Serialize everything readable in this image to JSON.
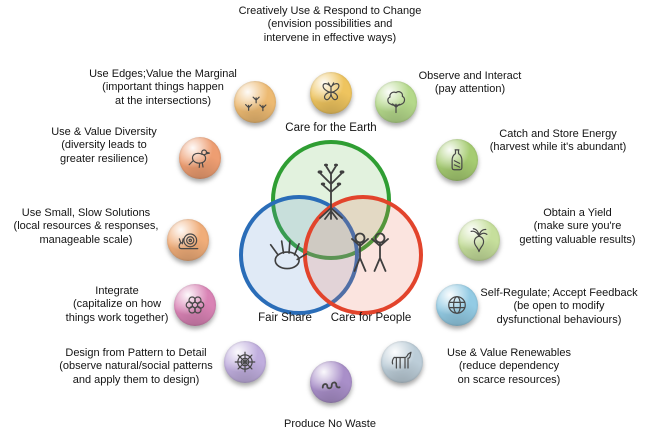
{
  "ethics": [
    {
      "label": "Care for the Earth",
      "stroke": "#2f9e33",
      "fill": "rgba(110,190,90,0.20)",
      "icon": "tree-sketch"
    },
    {
      "label": "Fair Share",
      "stroke": "#2a6db8",
      "fill": "rgba(100,150,210,0.20)",
      "icon": "hand-sketch"
    },
    {
      "label": "Care for People",
      "stroke": "#e2442c",
      "fill": "rgba(235,120,95,0.20)",
      "icon": "people-sketch"
    }
  ],
  "principles": [
    {
      "title": "Creatively Use & Respond to Change",
      "subtitle": "(envision possibilities and\nintervene in effective ways)",
      "icon": "butterfly-icon",
      "badge_color": "#eec45f"
    },
    {
      "title": "Observe and Interact",
      "subtitle": "(pay attention)",
      "icon": "tree-icon",
      "badge_color": "#b5d98b"
    },
    {
      "title": "Catch and Store Energy",
      "subtitle": "(harvest while it's abundant)",
      "icon": "bottle-icon",
      "badge_color": "#a6cc72"
    },
    {
      "title": "Obtain a Yield",
      "subtitle": "(make sure you're\ngetting valuable results)",
      "icon": "root-vegetable-icon",
      "badge_color": "#c6df9c"
    },
    {
      "title": "Self-Regulate; Accept Feedback",
      "subtitle": "(be open to modify\ndysfunctional behaviours)",
      "icon": "globe-icon",
      "badge_color": "#93cbe4"
    },
    {
      "title": "Use & Value Renewables",
      "subtitle": "(reduce dependency\non scarce resources)",
      "icon": "horse-icon",
      "badge_color": "#bccdd8"
    },
    {
      "title": "Produce No Waste",
      "subtitle": "",
      "icon": "worm-icon",
      "badge_color": "#a98fc9"
    },
    {
      "title": "Design from Pattern to Detail",
      "subtitle": "(observe natural/social patterns\nand apply them to design)",
      "icon": "spiderweb-icon",
      "badge_color": "#c0aede"
    },
    {
      "title": "Integrate",
      "subtitle": "(capitalize on how\nthings work together)",
      "icon": "flower-icon",
      "badge_color": "#d983b5"
    },
    {
      "title": "Use Small, Slow Solutions",
      "subtitle": "(local resources & responses,\nmanageable scale)",
      "icon": "snail-icon",
      "badge_color": "#f0ad79"
    },
    {
      "title": "Use & Value Diversity",
      "subtitle": "(diversity leads to\ngreater resilience)",
      "icon": "bird-icon",
      "badge_color": "#ee9e72"
    },
    {
      "title": "Use Edges;Value the Marginal",
      "subtitle": "(important things happen\nat the intersections)",
      "icon": "animal-tracks-icon",
      "badge_color": "#edba72"
    }
  ]
}
